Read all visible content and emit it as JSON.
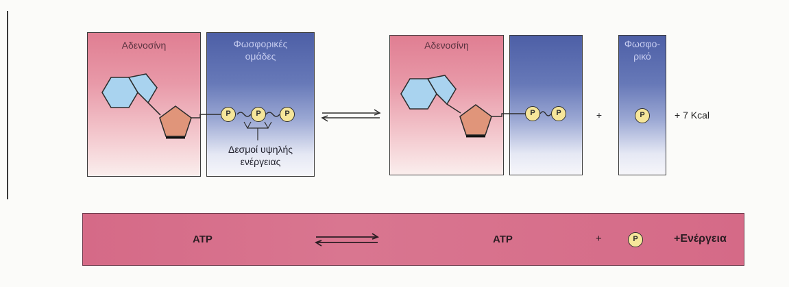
{
  "top_row": {
    "left_adenosine_label": "Αδενοσίνη",
    "phosphate_groups_label_line1": "Φωσφορικές",
    "phosphate_groups_label_line2": "ομάδες",
    "high_energy_bonds_line1": "Δεσμοί υψηλής",
    "high_energy_bonds_line2": "ενέργειας",
    "right_adenosine_label": "Αδενοσίνη",
    "phosphate_label_line1": "Φωσφο-",
    "phosphate_label_line2": "ρικό",
    "plus_sign": "+",
    "energy_value": "+ 7 Kcal",
    "phosphate_symbol": "P"
  },
  "bottom_bar": {
    "left_label": "ATP",
    "right_label": "ATP",
    "plus_sign": "+",
    "phosphate_symbol": "P",
    "energy_label": "+Ενέργεια"
  },
  "colors": {
    "adenine_fill": "#a9d3ef",
    "ribose_fill": "#e0957a",
    "phosphate_fill": "#f6e69a",
    "outline": "#2e2e2e"
  }
}
